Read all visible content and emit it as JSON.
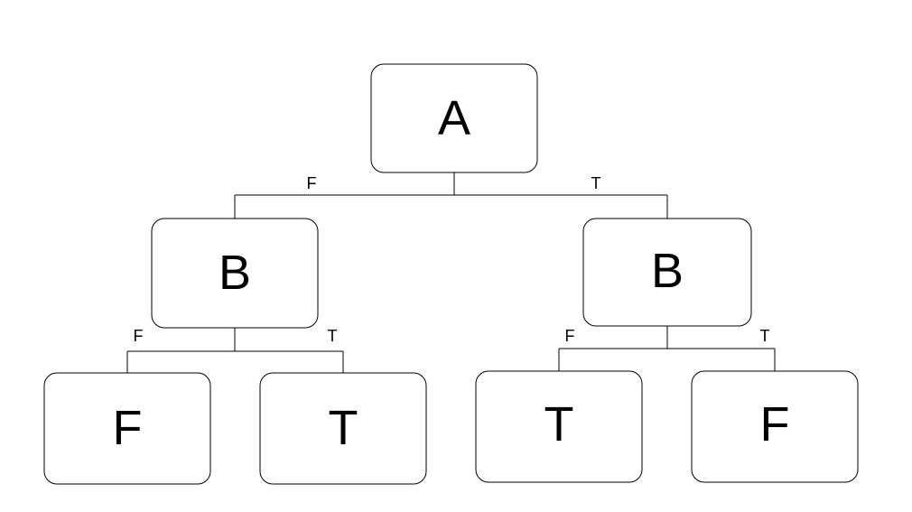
{
  "tree": {
    "root": {
      "label": "A"
    },
    "left": {
      "label": "B",
      "edge_label": "F"
    },
    "right": {
      "label": "B",
      "edge_label": "T"
    },
    "left_left": {
      "label": "F",
      "edge_label": "F"
    },
    "left_right": {
      "label": "T",
      "edge_label": "T"
    },
    "right_left": {
      "label": "T",
      "edge_label": "F"
    },
    "right_right": {
      "label": "F",
      "edge_label": "T"
    }
  }
}
